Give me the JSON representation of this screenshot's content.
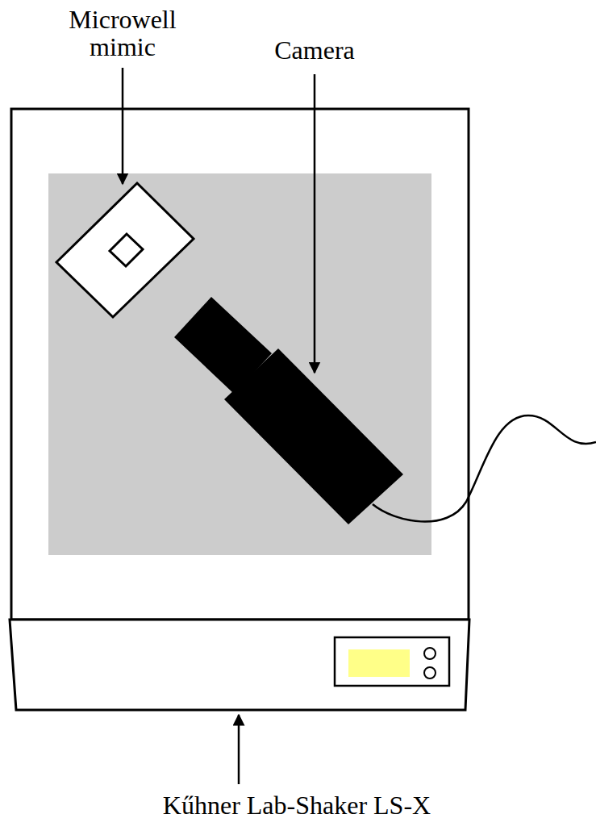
{
  "diagram": {
    "labels": [
      "Microwell mimic",
      "Camera",
      "Kűhner Lab-Shaker LS-X"
    ]
  }
}
